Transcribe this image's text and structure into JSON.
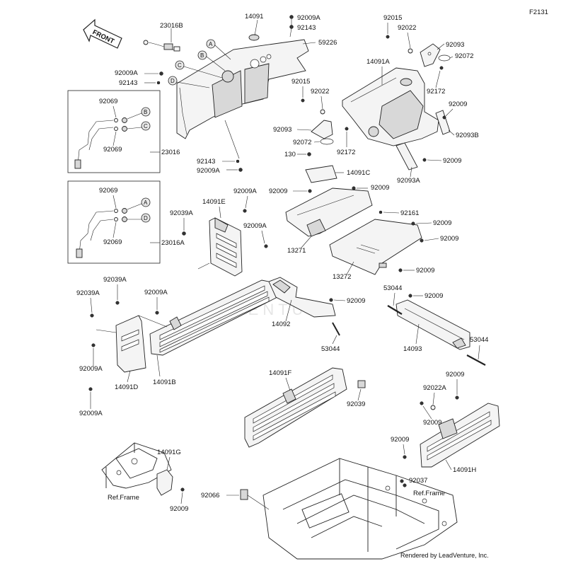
{
  "figure_code": "F2131",
  "front_arrow_label": "FRONT",
  "credit": "Rendered by LeadVenture, Inc.",
  "watermark": "VENTURE",
  "callout_letters": [
    "A",
    "B",
    "C",
    "D"
  ],
  "part_labels": {
    "p23016B": "23016B",
    "p14091_top": "14091",
    "p92009A_t1": "92009A",
    "p92143_t1": "92143",
    "p59226": "59226",
    "p92015_t1": "92015",
    "p92022_t1": "92022",
    "p92093_t1": "92093",
    "p92072_t1": "92072",
    "p14091A": "14091A",
    "p92172_t1": "92172",
    "p92009A_l": "92009A",
    "p92143_l": "92143",
    "p92015_m": "92015",
    "p92022_m": "92022",
    "p92009_r1": "92009",
    "p92093B": "92093B",
    "p92093_m": "92093",
    "p92072_m": "92072",
    "p92172_m": "92172",
    "p130": "130",
    "p92009_r2": "92009",
    "p92093A": "92093A",
    "p14091C": "14091C",
    "p92143_b": "92143",
    "p92009A_b": "92009A",
    "p92069_1": "92069",
    "p92069_2": "92069",
    "p23016": "23016",
    "p92069_3": "92069",
    "p92069_4": "92069",
    "p23016A": "23016A",
    "p14091E": "14091E",
    "p92009A_e": "92009A",
    "p92039A_e": "92039A",
    "p92009A_e2": "92009A",
    "p92009_c1": "92009",
    "p92009_c2": "92009",
    "p92161": "92161",
    "p92009_c3": "92009",
    "p92009_c4": "92009",
    "p13271": "13271",
    "p13272": "13272",
    "p92009_c5": "92009",
    "p92039A_1": "92039A",
    "p92039A_2": "92039A",
    "p92009A_m": "92009A",
    "p53044_1": "53044",
    "p92009_c6": "92009",
    "p92009_c7": "92009",
    "p14092": "14092",
    "p53044_2": "53044",
    "p14093": "14093",
    "p53044_3": "53044",
    "p92009A_d1": "92009A",
    "p14091D": "14091D",
    "p14091B": "14091B",
    "p92009A_d2": "92009A",
    "p14091F": "14091F",
    "p92039": "92039",
    "p92009_h1": "92009",
    "p92022A": "92022A",
    "p92009_h2": "92009",
    "p92009_h3": "92009",
    "p14091H": "14091H",
    "p14091G": "14091G",
    "p92009_g": "92009",
    "p92066": "92066",
    "p92037": "92037",
    "ref_frame_1": "Ref.Frame",
    "ref_frame_2": "Ref.Frame"
  }
}
